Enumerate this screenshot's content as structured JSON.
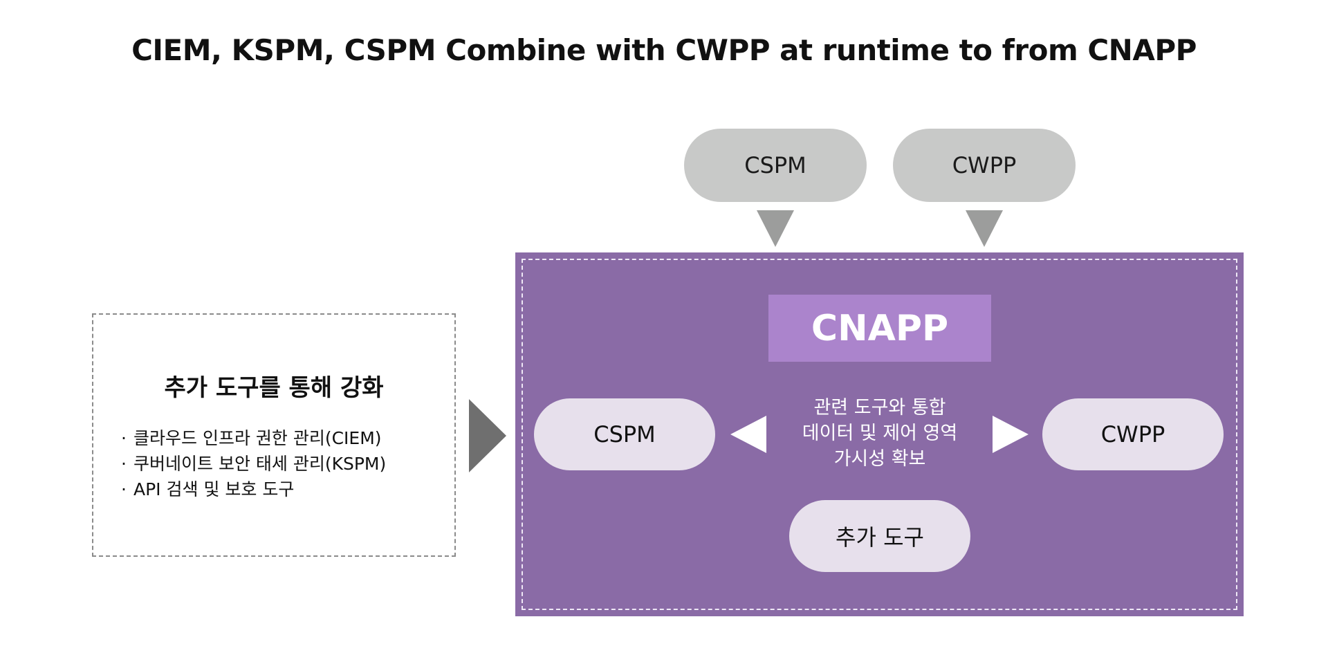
{
  "title": "CIEM, KSPM, CSPM Combine with CWPP at runtime to from CNAPP",
  "left_panel": {
    "heading": "추가 도구를 통해 강화",
    "bullet_char": "·",
    "items": [
      "클라우드 인프라 권한 관리(CIEM)",
      "쿠버네이트 보안 태세 관리(KSPM)",
      "API 검색 및 보호 도구"
    ]
  },
  "top_inputs": [
    {
      "label": "CSPM"
    },
    {
      "label": "CWPP"
    }
  ],
  "cnapp": {
    "title": "CNAPP",
    "left_pill": "CSPM",
    "right_pill": "CWPP",
    "bottom_pill": "추가 도구",
    "center_lines": [
      "관련 도구와 통합",
      "데이터 및 제어 영역",
      "가시성 확보"
    ]
  },
  "colors": {
    "panel": "#8a6ba6",
    "cnapp_box": "#ab84cc",
    "inner_pill": "#e7e0ec",
    "top_pill": "#c8c9c8",
    "down_arrow": "#9c9d9c",
    "big_arrow": "#6f6f6f"
  }
}
